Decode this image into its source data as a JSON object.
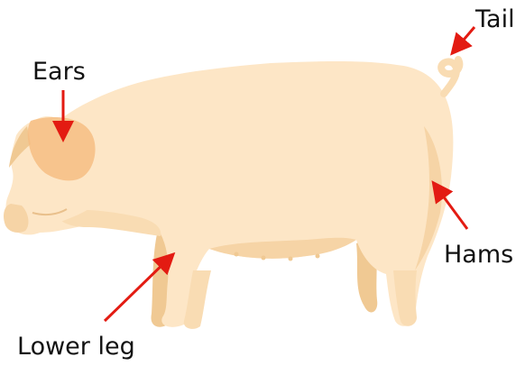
{
  "labels": {
    "ears": "Ears",
    "tail": "Tail",
    "hams": "Hams",
    "lower_leg": "Lower leg"
  },
  "colors": {
    "body_light": "#fde6c6",
    "body_mid": "#f9dcb3",
    "body_shadow": "#f0c993",
    "ear_tint": "#f6bd83",
    "arrow": "#e31b12",
    "text": "#111111"
  }
}
